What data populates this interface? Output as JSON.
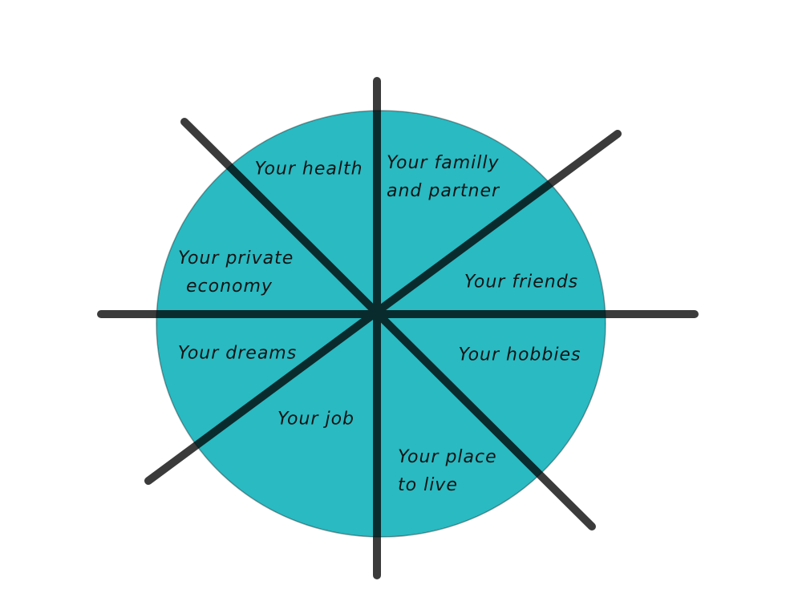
{
  "diagram": {
    "kind": "life-wheel",
    "colors": {
      "circle_fill": "#29bac2",
      "circle_edge": "rgba(0,0,0,0.35)",
      "spoke": "#3b3b3b",
      "text": "#141414",
      "background": "#ffffff"
    },
    "labels": {
      "health": {
        "text": "Your health"
      },
      "family": {
        "line1": "Your familly",
        "line2": "and partner"
      },
      "friends": {
        "text": "Your friends"
      },
      "hobbies": {
        "text": "Your hobbies"
      },
      "place": {
        "line1": "Your place",
        "line2": "to live"
      },
      "job": {
        "text": "Your job"
      },
      "dreams": {
        "text": "Your dreams"
      },
      "economy": {
        "line1": "Your private",
        "line2": "economy"
      }
    }
  }
}
